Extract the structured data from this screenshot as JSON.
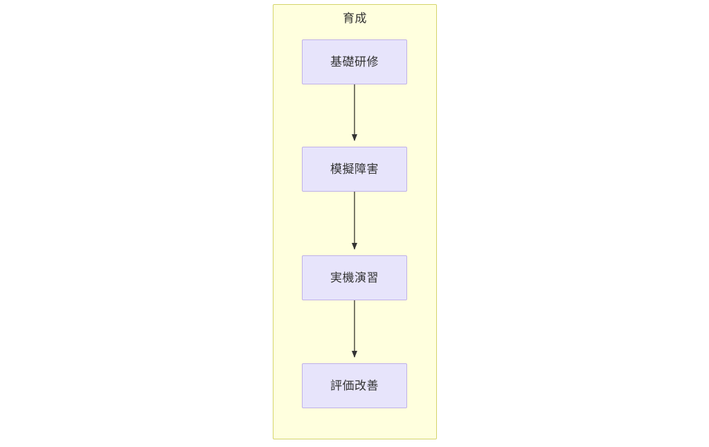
{
  "diagram": {
    "type": "flowchart",
    "direction": "top-to-bottom",
    "background_color": "#ffffff",
    "subgraph": {
      "title": "育成",
      "fill_color": "#ffffde",
      "border_color": "#d4d46a"
    },
    "node_style": {
      "fill_color": "#e7e4fb",
      "border_color": "#bfb0e8",
      "text_color": "#333333"
    },
    "edge_style": {
      "line_color": "#6b6b5b",
      "arrowhead_color": "#333333"
    },
    "nodes": [
      {
        "id": "n1",
        "label": "基礎研修"
      },
      {
        "id": "n2",
        "label": "模擬障害"
      },
      {
        "id": "n3",
        "label": "実機演習"
      },
      {
        "id": "n4",
        "label": "評価改善"
      }
    ],
    "edges": [
      {
        "from": "n1",
        "to": "n2",
        "label": ""
      },
      {
        "from": "n2",
        "to": "n3",
        "label": ""
      },
      {
        "from": "n3",
        "to": "n4",
        "label": ""
      }
    ]
  }
}
